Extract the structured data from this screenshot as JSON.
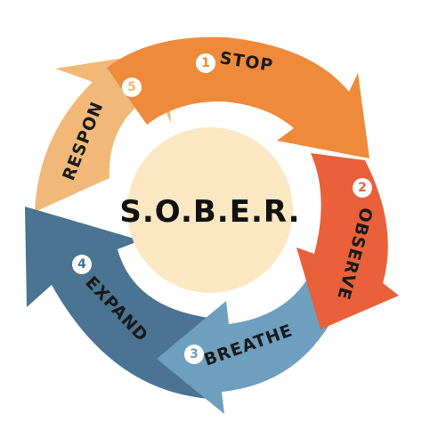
{
  "center": {
    "title": "S.O.B.E.R."
  },
  "colors": {
    "stop": "#ef8a3b",
    "observe": "#e9603b",
    "breathe": "#6e9fbf",
    "expand": "#4a7491",
    "respond": "#f2b877",
    "center_fill": "#fbe7c2"
  },
  "steps": [
    {
      "number": "1",
      "label": "STOP"
    },
    {
      "number": "2",
      "label": "OBSERVE"
    },
    {
      "number": "3",
      "label": "BREATHE"
    },
    {
      "number": "4",
      "label": "EXPAND"
    },
    {
      "number": "5",
      "label": "RESPOND"
    }
  ]
}
